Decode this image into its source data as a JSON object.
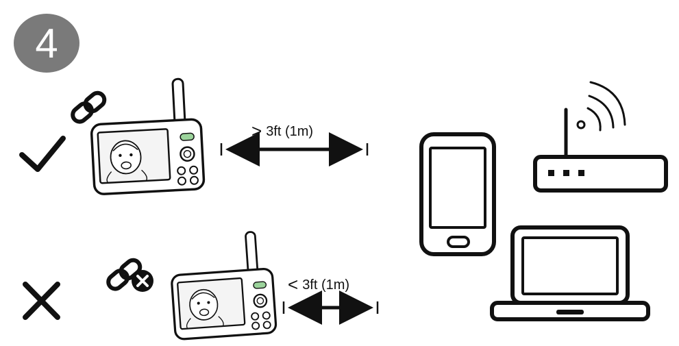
{
  "step": {
    "number": "4",
    "badge_color": "#7a7a7a"
  },
  "good_case": {
    "operator": ">",
    "distance": "3ft (1m)",
    "icon": "link-icon",
    "status_icon": "checkmark-icon"
  },
  "bad_case": {
    "operator": "<",
    "distance": "3ft (1m)",
    "icon": "unlink-icon",
    "status_icon": "cross-icon"
  },
  "devices": [
    "smartphone-icon",
    "wifi-router-icon",
    "laptop-icon"
  ],
  "colors": {
    "stroke": "#111111",
    "screen_bg": "#f4f4f4"
  }
}
